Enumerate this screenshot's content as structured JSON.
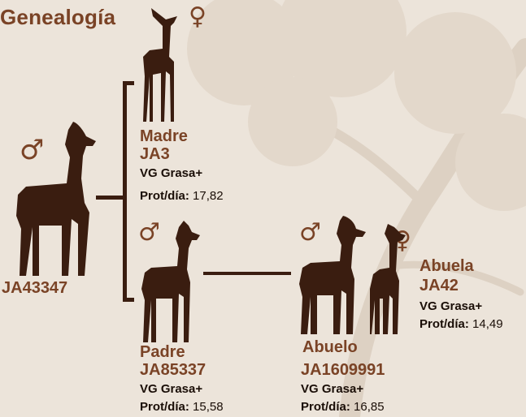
{
  "title": "Genealogía",
  "symbols": {
    "female": "♀",
    "male": "♂"
  },
  "colors": {
    "accent": "#7a4326",
    "silhouette": "#3a1d10",
    "background": "#ece4da"
  },
  "individual": {
    "code": "JA43347"
  },
  "mother": {
    "label": "Madre",
    "code": "JA3",
    "grade": "VG Grasa+",
    "prot_label": "Prot/día:",
    "prot_value": "17,82"
  },
  "father": {
    "label": "Padre",
    "code": "JA85337",
    "grade": "VG Grasa+",
    "prot_label": "Prot/día:",
    "prot_value": "15,58"
  },
  "grandfather": {
    "label": "Abuelo",
    "code": "JA1609991",
    "grade": "VG Grasa+",
    "prot_label": "Prot/día:",
    "prot_value": "16,85"
  },
  "grandmother": {
    "label": "Abuela",
    "code": "JA42",
    "grade": "VG Grasa+",
    "prot_label": "Prot/día:",
    "prot_value": "14,49"
  }
}
